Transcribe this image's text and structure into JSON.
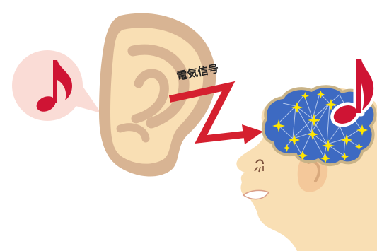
{
  "signal": {
    "label": "電気信号"
  },
  "palette": {
    "skin": "#f9dfb4",
    "ear_outline": "#d8b493",
    "speech_bubble": "#fadcd6",
    "music_note": "#cf1434",
    "signal_arrow": "#d5202f",
    "brain_fill": "#3d6ac2",
    "brain_outline": "#c9b387",
    "neuron_spark": "#ffe600"
  },
  "icons": {
    "left_note": "eighth-note",
    "brain_note": "eighth-note"
  }
}
